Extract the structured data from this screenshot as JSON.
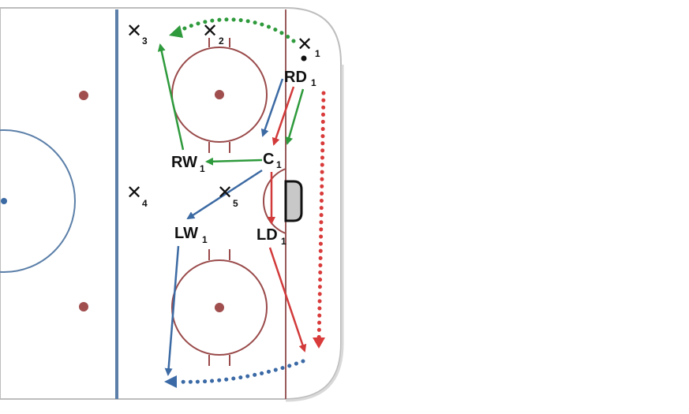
{
  "colors": {
    "blue": "#3c6aa3",
    "red": "#d23a3a",
    "green": "#2e9a3c",
    "circle_line": "#9a4a4a",
    "dot": "#a04e4e",
    "rink_blue_line": "#5b7fa8",
    "goal_line": "#9a5b5b",
    "crease_fill": "#c8c8c8",
    "dotted_red": "#d93a3a",
    "dotted_blue": "#3b6aa6",
    "dotted_green": "#2e9a3c"
  },
  "players": {
    "rd": {
      "main": "RD",
      "sub": "1"
    },
    "c": {
      "main": "C",
      "sub": "1"
    },
    "rw": {
      "main": "RW",
      "sub": "1"
    },
    "lw": {
      "main": "LW",
      "sub": "1"
    },
    "ld": {
      "main": "LD",
      "sub": "1"
    }
  },
  "positions": {
    "p1": {
      "mark": "✕",
      "sub": "1"
    },
    "p2": {
      "mark": "✕",
      "sub": "2"
    },
    "p3": {
      "mark": "✕",
      "sub": "3"
    },
    "p4": {
      "mark": "✕",
      "sub": "4"
    },
    "p5": {
      "mark": "✕",
      "sub": "5"
    }
  }
}
